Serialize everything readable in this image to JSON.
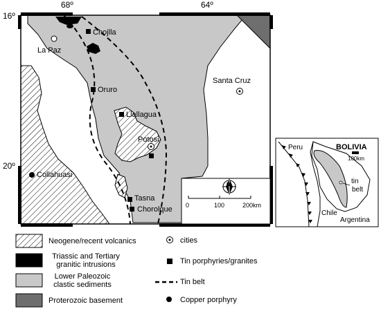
{
  "main_map": {
    "longitude_labels": [
      "68º",
      "64º"
    ],
    "latitude_labels": [
      "16º",
      "20º"
    ],
    "places": [
      {
        "name": "Chojlla",
        "symbol": "tin"
      },
      {
        "name": "La Paz",
        "symbol": "city"
      },
      {
        "name": "Oruro",
        "symbol": "tin"
      },
      {
        "name": "Santa Cruz",
        "symbol": "city"
      },
      {
        "name": "Llallagua",
        "symbol": "tin"
      },
      {
        "name": "Potosi",
        "symbol": "city"
      },
      {
        "name": "Collahuasi",
        "symbol": "copper"
      },
      {
        "name": "Tasna",
        "symbol": "tin"
      },
      {
        "name": "Chorolque",
        "symbol": "tin"
      }
    ],
    "scale_bar": {
      "ticks": [
        "0",
        "100",
        "200km"
      ]
    },
    "north_arrow": {
      "label": "N"
    }
  },
  "inset_map": {
    "title": "BOLIVIA",
    "scale_label": "100km",
    "labels": [
      "Peru",
      "Chile",
      "Argentina",
      "tin",
      "belt"
    ]
  },
  "legend": [
    {
      "key": "volcanics",
      "label": "Neogene/recent volcanics"
    },
    {
      "key": "intrusions",
      "label": "Triassic and Tertiary granitic intrusions"
    },
    {
      "key": "paleozoic",
      "label": "Lower Paleozoic clastic sediments"
    },
    {
      "key": "proterozoic",
      "label": "Proterozoic basement"
    },
    {
      "key": "cities",
      "label": "cities"
    },
    {
      "key": "tin",
      "label": "Tin porphyries/granites"
    },
    {
      "key": "tinbelt",
      "label": "Tin belt"
    },
    {
      "key": "copper",
      "label": "Copper porphyry"
    }
  ],
  "colors": {
    "paleozoic": "#c8c8c8",
    "proterozoic": "#6e6e6e",
    "intrusions": "#000000",
    "background": "#ffffff"
  }
}
